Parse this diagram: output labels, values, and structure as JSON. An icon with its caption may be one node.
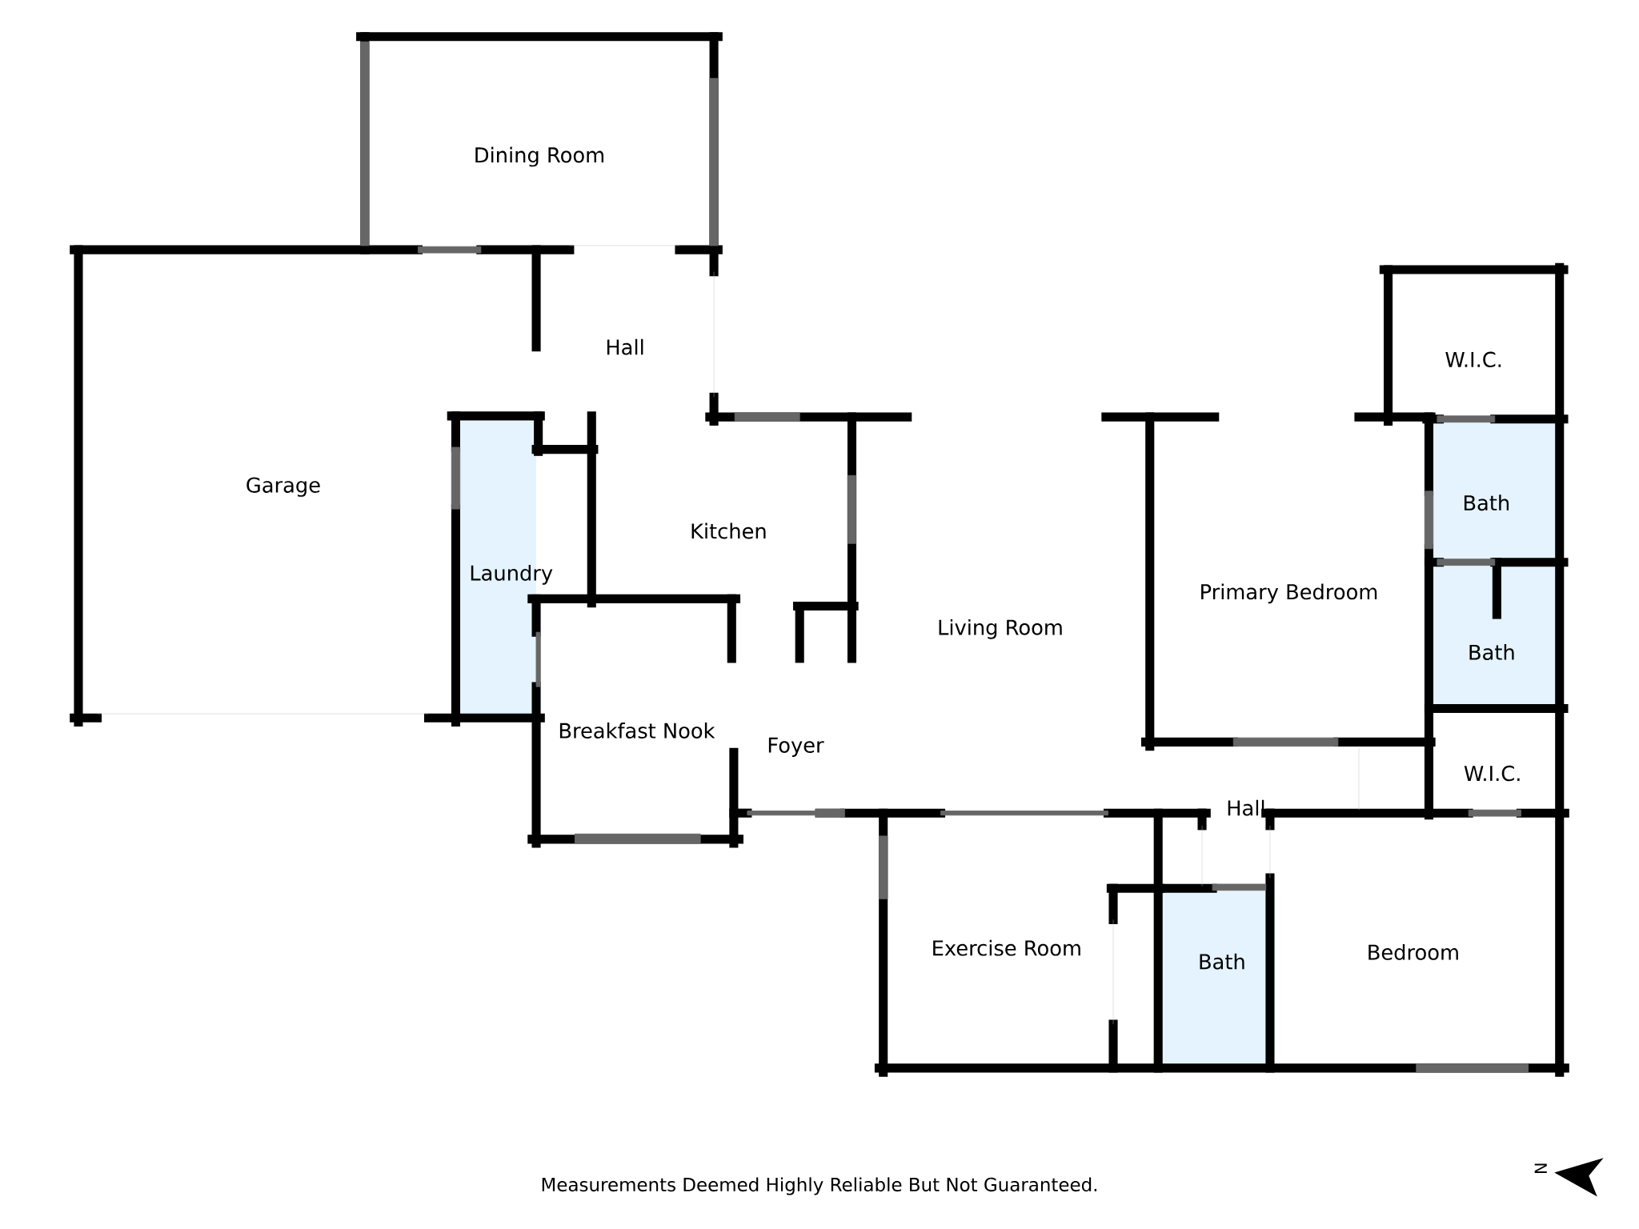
{
  "diagram": {
    "caption": "Measurements Deemed Highly Reliable But Not Guaranteed.",
    "nodes": [
      {
        "text": [
          "Dining Room"
        ]
      },
      {
        "text": [
          "Hall"
        ]
      },
      {
        "text": [
          "Garage"
        ]
      },
      {
        "text": [
          "Kitchen"
        ]
      },
      {
        "text": [
          "Laundry"
        ]
      },
      {
        "text": [
          "Living Room"
        ]
      },
      {
        "text": [
          "Breakfast Nook"
        ]
      },
      {
        "text": [
          "Foyer"
        ]
      },
      {
        "text": [
          "W.I.C."
        ]
      },
      {
        "text": [
          "Bath"
        ]
      },
      {
        "text": [
          "Primary Bedroom"
        ]
      },
      {
        "text": [
          "Bath"
        ]
      },
      {
        "text": [
          "W.I.C."
        ]
      },
      {
        "text": [
          "Hall"
        ]
      },
      {
        "text": [
          "Exercise Room"
        ]
      },
      {
        "text": [
          "Bath"
        ]
      },
      {
        "text": [
          "Bedroom"
        ]
      }
    ],
    "edges": [],
    "labels": [
      "N"
    ]
  }
}
